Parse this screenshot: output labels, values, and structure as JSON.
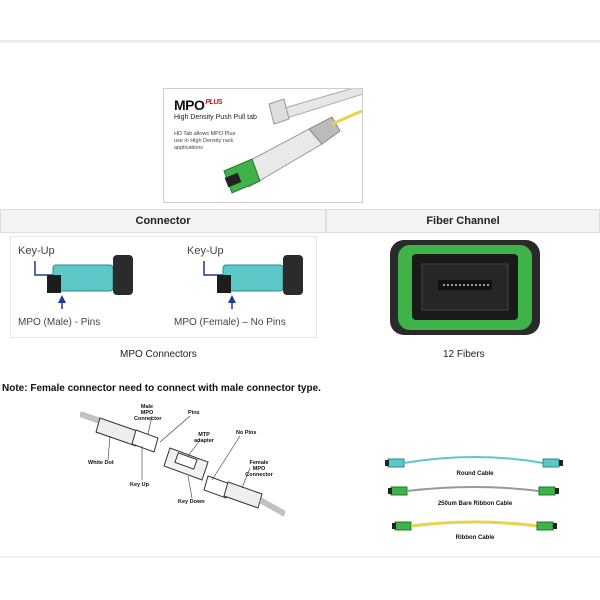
{
  "promo": {
    "logo": "MPO",
    "logo_plus": "PLUS",
    "subtitle": "High Density Push Pull tab",
    "description": "HD Tab allows MPO Plus use in High Density rack applications"
  },
  "table": {
    "headers": [
      "Connector",
      "Fiber Channel"
    ],
    "connector_left": {
      "key_label": "Key-Up",
      "pin_label": "MPO (Male) - Pins"
    },
    "connector_right": {
      "key_label": "Key-Up",
      "pin_label": "MPO (Female) – No Pins"
    },
    "captions": [
      "MPO Connectors",
      "12 Fibers"
    ]
  },
  "note": "Note: Female connector need to connect with male connector type.",
  "diagram": {
    "male_mpo": "Male MPO Connector",
    "pins": "Pins",
    "mtp_adapter": "MTP adapter",
    "no_pins": "No Pins",
    "female_mpo": "Female MPO Connector",
    "white_dot": "White Dot",
    "key_up": "Key Up",
    "key_down": "Key Down"
  },
  "cables": [
    "Round Cable",
    "250um Bare Ribbon Cable",
    "Ribbon Cable"
  ],
  "colors": {
    "aqua": "#5cc8c8",
    "green": "#3fb24a",
    "yellow_fiber": "#e8d44a"
  }
}
